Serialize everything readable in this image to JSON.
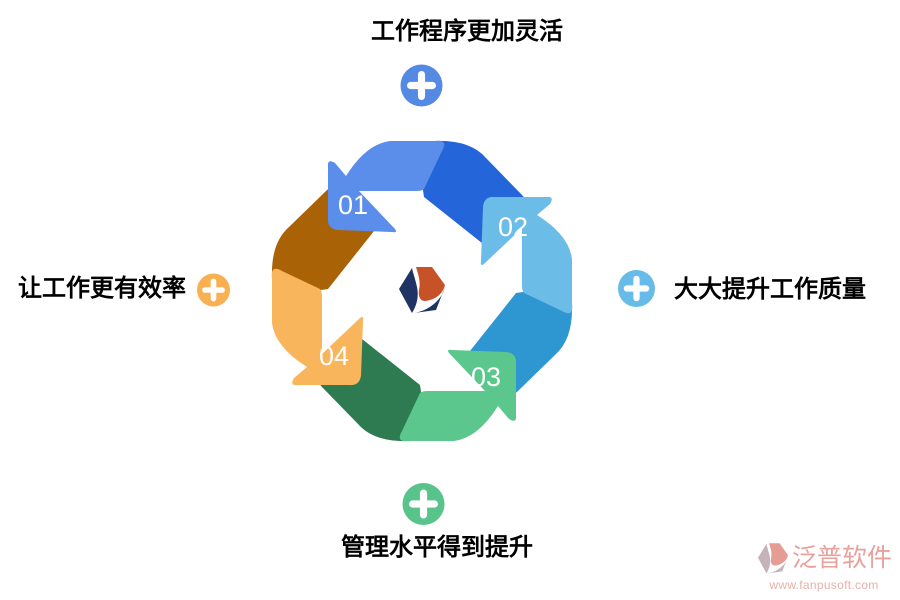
{
  "diagram": {
    "benefit_labels": {
      "top": "工作程序更加灵活",
      "right": "大大提升工作质量",
      "bottom": "管理水平得到提升",
      "left": "让工作更有效率"
    },
    "steps": [
      {
        "number": "01",
        "position": "top",
        "light_color": "#5B8DEB",
        "dark_color": "#2465D9",
        "marker_color": "#548AE4"
      },
      {
        "number": "02",
        "position": "right",
        "light_color": "#6CBCE8",
        "dark_color": "#2E96D0",
        "marker_color": "#66BBE8"
      },
      {
        "number": "03",
        "position": "bottom",
        "light_color": "#5CC78C",
        "dark_color": "#2F7B51",
        "marker_color": "#58C48B"
      },
      {
        "number": "04",
        "position": "left",
        "light_color": "#F9B55C",
        "dark_color": "#A96206",
        "marker_color": "#F8B052"
      }
    ],
    "center_logo_colors": {
      "navy": "#1F3365",
      "orange": "#C75228"
    }
  },
  "watermark": {
    "brand": "泛普软件",
    "url": "www.fanpusoft.com",
    "text_color": "#E8A19D",
    "url_color": "#E9AFA9",
    "glyph_base_color": "#C6B3B9",
    "glyph_accent_color": "#E59C94"
  }
}
